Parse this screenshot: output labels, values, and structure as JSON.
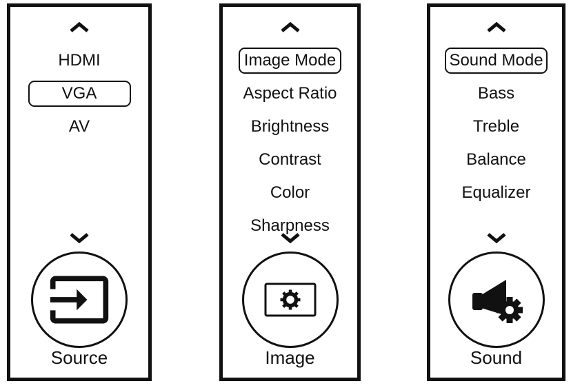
{
  "colors": {
    "ink": "#111111",
    "background": "#ffffff"
  },
  "icons": {
    "up": "chevron-up-icon",
    "down": "chevron-down-icon",
    "source": "input-arrow-icon",
    "image": "display-brightness-icon",
    "sound": "speaker-gear-icon"
  },
  "panels": [
    {
      "label": "Source",
      "items": [
        {
          "label": "HDMI",
          "selected": false
        },
        {
          "label": "VGA",
          "selected": true
        },
        {
          "label": "AV",
          "selected": false
        }
      ]
    },
    {
      "label": "Image",
      "items": [
        {
          "label": "Image Mode",
          "selected": true
        },
        {
          "label": "Aspect Ratio",
          "selected": false
        },
        {
          "label": "Brightness",
          "selected": false
        },
        {
          "label": "Contrast",
          "selected": false
        },
        {
          "label": "Color",
          "selected": false
        },
        {
          "label": "Sharpness",
          "selected": false
        }
      ]
    },
    {
      "label": "Sound",
      "items": [
        {
          "label": "Sound Mode",
          "selected": true
        },
        {
          "label": "Bass",
          "selected": false
        },
        {
          "label": "Treble",
          "selected": false
        },
        {
          "label": "Balance",
          "selected": false
        },
        {
          "label": "Equalizer",
          "selected": false
        }
      ]
    }
  ]
}
